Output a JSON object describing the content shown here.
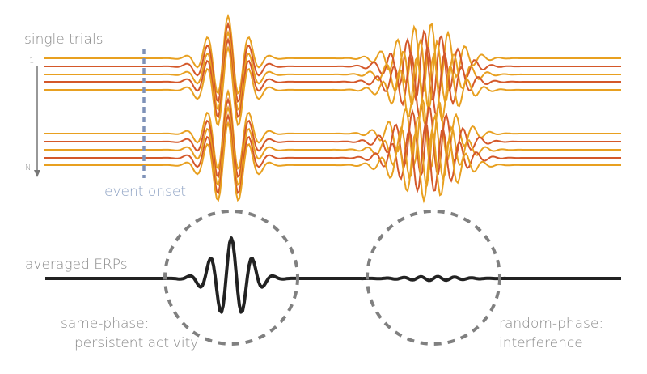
{
  "labels": {
    "single_trials": "single trials",
    "trial_first": "1",
    "trial_last": "N",
    "event_onset": "event onset",
    "averaged": "averaged  ERPs",
    "same_phase_line1": "same-phase:",
    "same_phase_line2": "persistent activity",
    "random_phase_line1": "random-phase:",
    "random_phase_line2": "interference"
  },
  "colors": {
    "trace_orange": "#e8a020",
    "trace_red": "#d4582a",
    "onset_line": "#7f92b8",
    "erp_line": "#222222",
    "circle": "#808080",
    "text": "#8a8a8a"
  }
}
